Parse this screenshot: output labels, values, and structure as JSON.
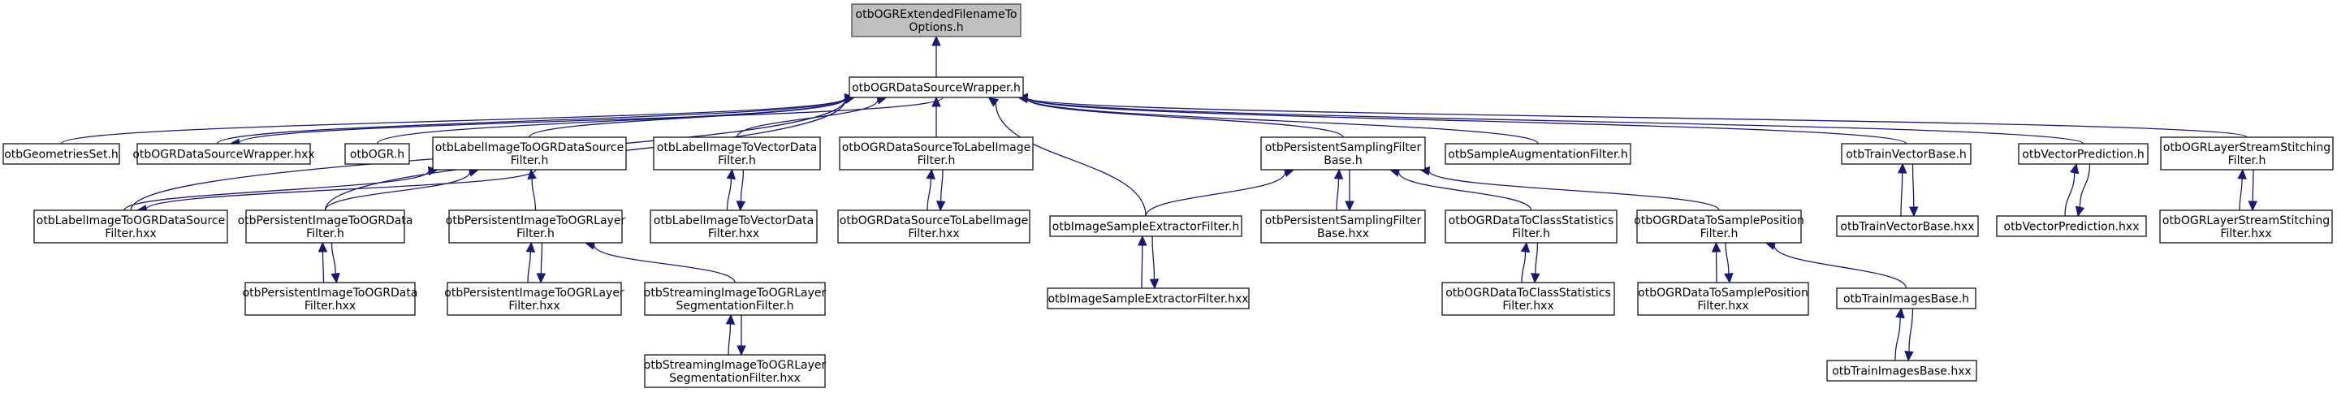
{
  "title": "otbOGRExtendedFilenameToOptions.h include dependency graph (included by)",
  "colors": {
    "edge": "#191970",
    "current_node_fill": "#bfbfbf",
    "node_fill": "#ffffff",
    "node_border": "#000000"
  },
  "nodes": [
    {
      "id": "n0",
      "lines": [
        "otbOGRExtendedFilenameTo",
        "Options.h"
      ],
      "current": true
    },
    {
      "id": "n1",
      "lines": [
        "otbOGRDataSourceWrapper.h"
      ]
    },
    {
      "id": "n2",
      "lines": [
        "otbGeometriesSet.h"
      ]
    },
    {
      "id": "n3",
      "lines": [
        "otbOGRDataSourceWrapper.hxx"
      ]
    },
    {
      "id": "n4",
      "lines": [
        "otbOGR.h"
      ]
    },
    {
      "id": "n5",
      "lines": [
        "otbLabelImageToOGRDataSource",
        "Filter.h"
      ]
    },
    {
      "id": "n6",
      "lines": [
        "otbLabelImageToVectorData",
        "Filter.h"
      ]
    },
    {
      "id": "n7",
      "lines": [
        "otbOGRDataSourceToLabelImage",
        "Filter.h"
      ]
    },
    {
      "id": "n8",
      "lines": [
        "otbPersistentSamplingFilter",
        "Base.h"
      ]
    },
    {
      "id": "n9",
      "lines": [
        "otbSampleAugmentationFilter.h"
      ]
    },
    {
      "id": "n10",
      "lines": [
        "otbTrainVectorBase.h"
      ]
    },
    {
      "id": "n11",
      "lines": [
        "otbVectorPrediction.h"
      ]
    },
    {
      "id": "n12",
      "lines": [
        "otbOGRLayerStreamStitching",
        "Filter.h"
      ]
    },
    {
      "id": "n13",
      "lines": [
        "otbLabelImageToOGRDataSource",
        "Filter.hxx"
      ]
    },
    {
      "id": "n14",
      "lines": [
        "otbPersistentImageToOGRData",
        "Filter.h"
      ]
    },
    {
      "id": "n15",
      "lines": [
        "otbPersistentImageToOGRLayer",
        "Filter.h"
      ]
    },
    {
      "id": "n16",
      "lines": [
        "otbLabelImageToVectorData",
        "Filter.hxx"
      ]
    },
    {
      "id": "n17",
      "lines": [
        "otbOGRDataSourceToLabelImage",
        "Filter.hxx"
      ]
    },
    {
      "id": "n18",
      "lines": [
        "otbImageSampleExtractorFilter.h"
      ]
    },
    {
      "id": "n19",
      "lines": [
        "otbPersistentSamplingFilter",
        "Base.hxx"
      ]
    },
    {
      "id": "n20",
      "lines": [
        "otbOGRDataToClassStatistics",
        "Filter.h"
      ]
    },
    {
      "id": "n21",
      "lines": [
        "otbOGRDataToSamplePosition",
        "Filter.h"
      ]
    },
    {
      "id": "n22",
      "lines": [
        "otbTrainVectorBase.hxx"
      ]
    },
    {
      "id": "n23",
      "lines": [
        "otbVectorPrediction.hxx"
      ]
    },
    {
      "id": "n24",
      "lines": [
        "otbOGRLayerStreamStitching",
        "Filter.hxx"
      ]
    },
    {
      "id": "n25",
      "lines": [
        "otbPersistentImageToOGRData",
        "Filter.hxx"
      ]
    },
    {
      "id": "n26",
      "lines": [
        "otbPersistentImageToOGRLayer",
        "Filter.hxx"
      ]
    },
    {
      "id": "n27",
      "lines": [
        "otbStreamingImageToOGRLayer",
        "SegmentationFilter.h"
      ]
    },
    {
      "id": "n28",
      "lines": [
        "otbImageSampleExtractorFilter.hxx"
      ]
    },
    {
      "id": "n29",
      "lines": [
        "otbOGRDataToClassStatistics",
        "Filter.hxx"
      ]
    },
    {
      "id": "n30",
      "lines": [
        "otbOGRDataToSamplePosition",
        "Filter.hxx"
      ]
    },
    {
      "id": "n31",
      "lines": [
        "otbTrainImagesBase.h"
      ]
    },
    {
      "id": "n32",
      "lines": [
        "otbStreamingImageToOGRLayer",
        "SegmentationFilter.hxx"
      ]
    },
    {
      "id": "n33",
      "lines": [
        "otbTrainImagesBase.hxx"
      ]
    }
  ],
  "edges": [
    {
      "from": "n1",
      "to": "n0"
    },
    {
      "from": "n2",
      "to": "n1"
    },
    {
      "from": "n3",
      "to": "n1"
    },
    {
      "from": "n1",
      "to": "n3"
    },
    {
      "from": "n4",
      "to": "n1"
    },
    {
      "from": "n5",
      "to": "n1"
    },
    {
      "from": "n13",
      "to": "n1"
    },
    {
      "from": "n14",
      "to": "n1"
    },
    {
      "from": "n6",
      "to": "n1"
    },
    {
      "from": "n7",
      "to": "n1"
    },
    {
      "from": "n18",
      "to": "n1"
    },
    {
      "from": "n8",
      "to": "n1"
    },
    {
      "from": "n9",
      "to": "n1"
    },
    {
      "from": "n10",
      "to": "n1"
    },
    {
      "from": "n11",
      "to": "n1"
    },
    {
      "from": "n12",
      "to": "n1"
    },
    {
      "from": "n13",
      "to": "n5"
    },
    {
      "from": "n5",
      "to": "n13"
    },
    {
      "from": "n14",
      "to": "n5"
    },
    {
      "from": "n15",
      "to": "n5"
    },
    {
      "from": "n25",
      "to": "n14"
    },
    {
      "from": "n14",
      "to": "n25"
    },
    {
      "from": "n26",
      "to": "n15"
    },
    {
      "from": "n15",
      "to": "n26"
    },
    {
      "from": "n27",
      "to": "n15"
    },
    {
      "from": "n32",
      "to": "n27"
    },
    {
      "from": "n27",
      "to": "n32"
    },
    {
      "from": "n16",
      "to": "n6"
    },
    {
      "from": "n6",
      "to": "n16"
    },
    {
      "from": "n17",
      "to": "n7"
    },
    {
      "from": "n7",
      "to": "n17"
    },
    {
      "from": "n18",
      "to": "n8"
    },
    {
      "from": "n28",
      "to": "n18"
    },
    {
      "from": "n18",
      "to": "n28"
    },
    {
      "from": "n19",
      "to": "n8"
    },
    {
      "from": "n8",
      "to": "n19"
    },
    {
      "from": "n20",
      "to": "n8"
    },
    {
      "from": "n21",
      "to": "n8"
    },
    {
      "from": "n29",
      "to": "n20"
    },
    {
      "from": "n20",
      "to": "n29"
    },
    {
      "from": "n30",
      "to": "n21"
    },
    {
      "from": "n21",
      "to": "n30"
    },
    {
      "from": "n31",
      "to": "n21"
    },
    {
      "from": "n33",
      "to": "n31"
    },
    {
      "from": "n31",
      "to": "n33"
    },
    {
      "from": "n22",
      "to": "n10"
    },
    {
      "from": "n10",
      "to": "n22"
    },
    {
      "from": "n23",
      "to": "n11"
    },
    {
      "from": "n11",
      "to": "n23"
    },
    {
      "from": "n24",
      "to": "n12"
    },
    {
      "from": "n12",
      "to": "n24"
    }
  ]
}
